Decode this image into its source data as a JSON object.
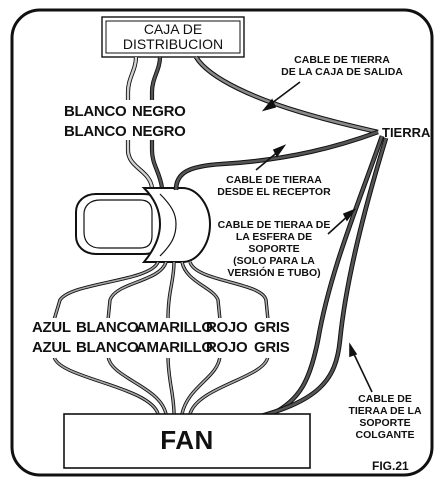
{
  "junction_box": {
    "line1": "CAJA DE",
    "line2": "DISTRIBUCION"
  },
  "supply_wires": [
    {
      "label": "BLANCO",
      "color": "#bdbdbd"
    },
    {
      "label": "NEGRO",
      "color": "#444444"
    }
  ],
  "receiver_wires_in": [
    {
      "label": "BLANCO"
    },
    {
      "label": "NEGRO"
    }
  ],
  "ground": {
    "label": "TIERRA",
    "outlet_box_cable": [
      "CABLE DE TIERRA",
      "DE LA CAJA DE SALIDA"
    ],
    "receiver_cable": [
      "CABLE DE TIERAA",
      "DESDE EL RECEPTOR"
    ],
    "sphere_cable": [
      "CABLE DE TIERAA DE",
      "LA ESFERA DE",
      "SOPORTE",
      "(SOLO PARA LA",
      "VERSIÓN E TUBO)"
    ],
    "hanging_cable": [
      "CABLE DE",
      "TIERAA DE LA",
      "SOPORTE",
      "COLGANTE"
    ]
  },
  "fan_wires_top": [
    "AZUL",
    "BLANCO",
    "AMARILLO",
    "ROJO",
    "GRIS"
  ],
  "fan_wires_bottom": [
    "AZUL",
    "BLANCO",
    "AMARILLO",
    "ROJO",
    "GRIS"
  ],
  "fan": {
    "label": "FAN"
  },
  "figure_label": "FIG.21",
  "colors": {
    "line": "#111111",
    "wire_light": "#bdbdbd",
    "wire_mid": "#9a9a9a",
    "wire_dark": "#444444",
    "ground_wire": "#555555"
  }
}
